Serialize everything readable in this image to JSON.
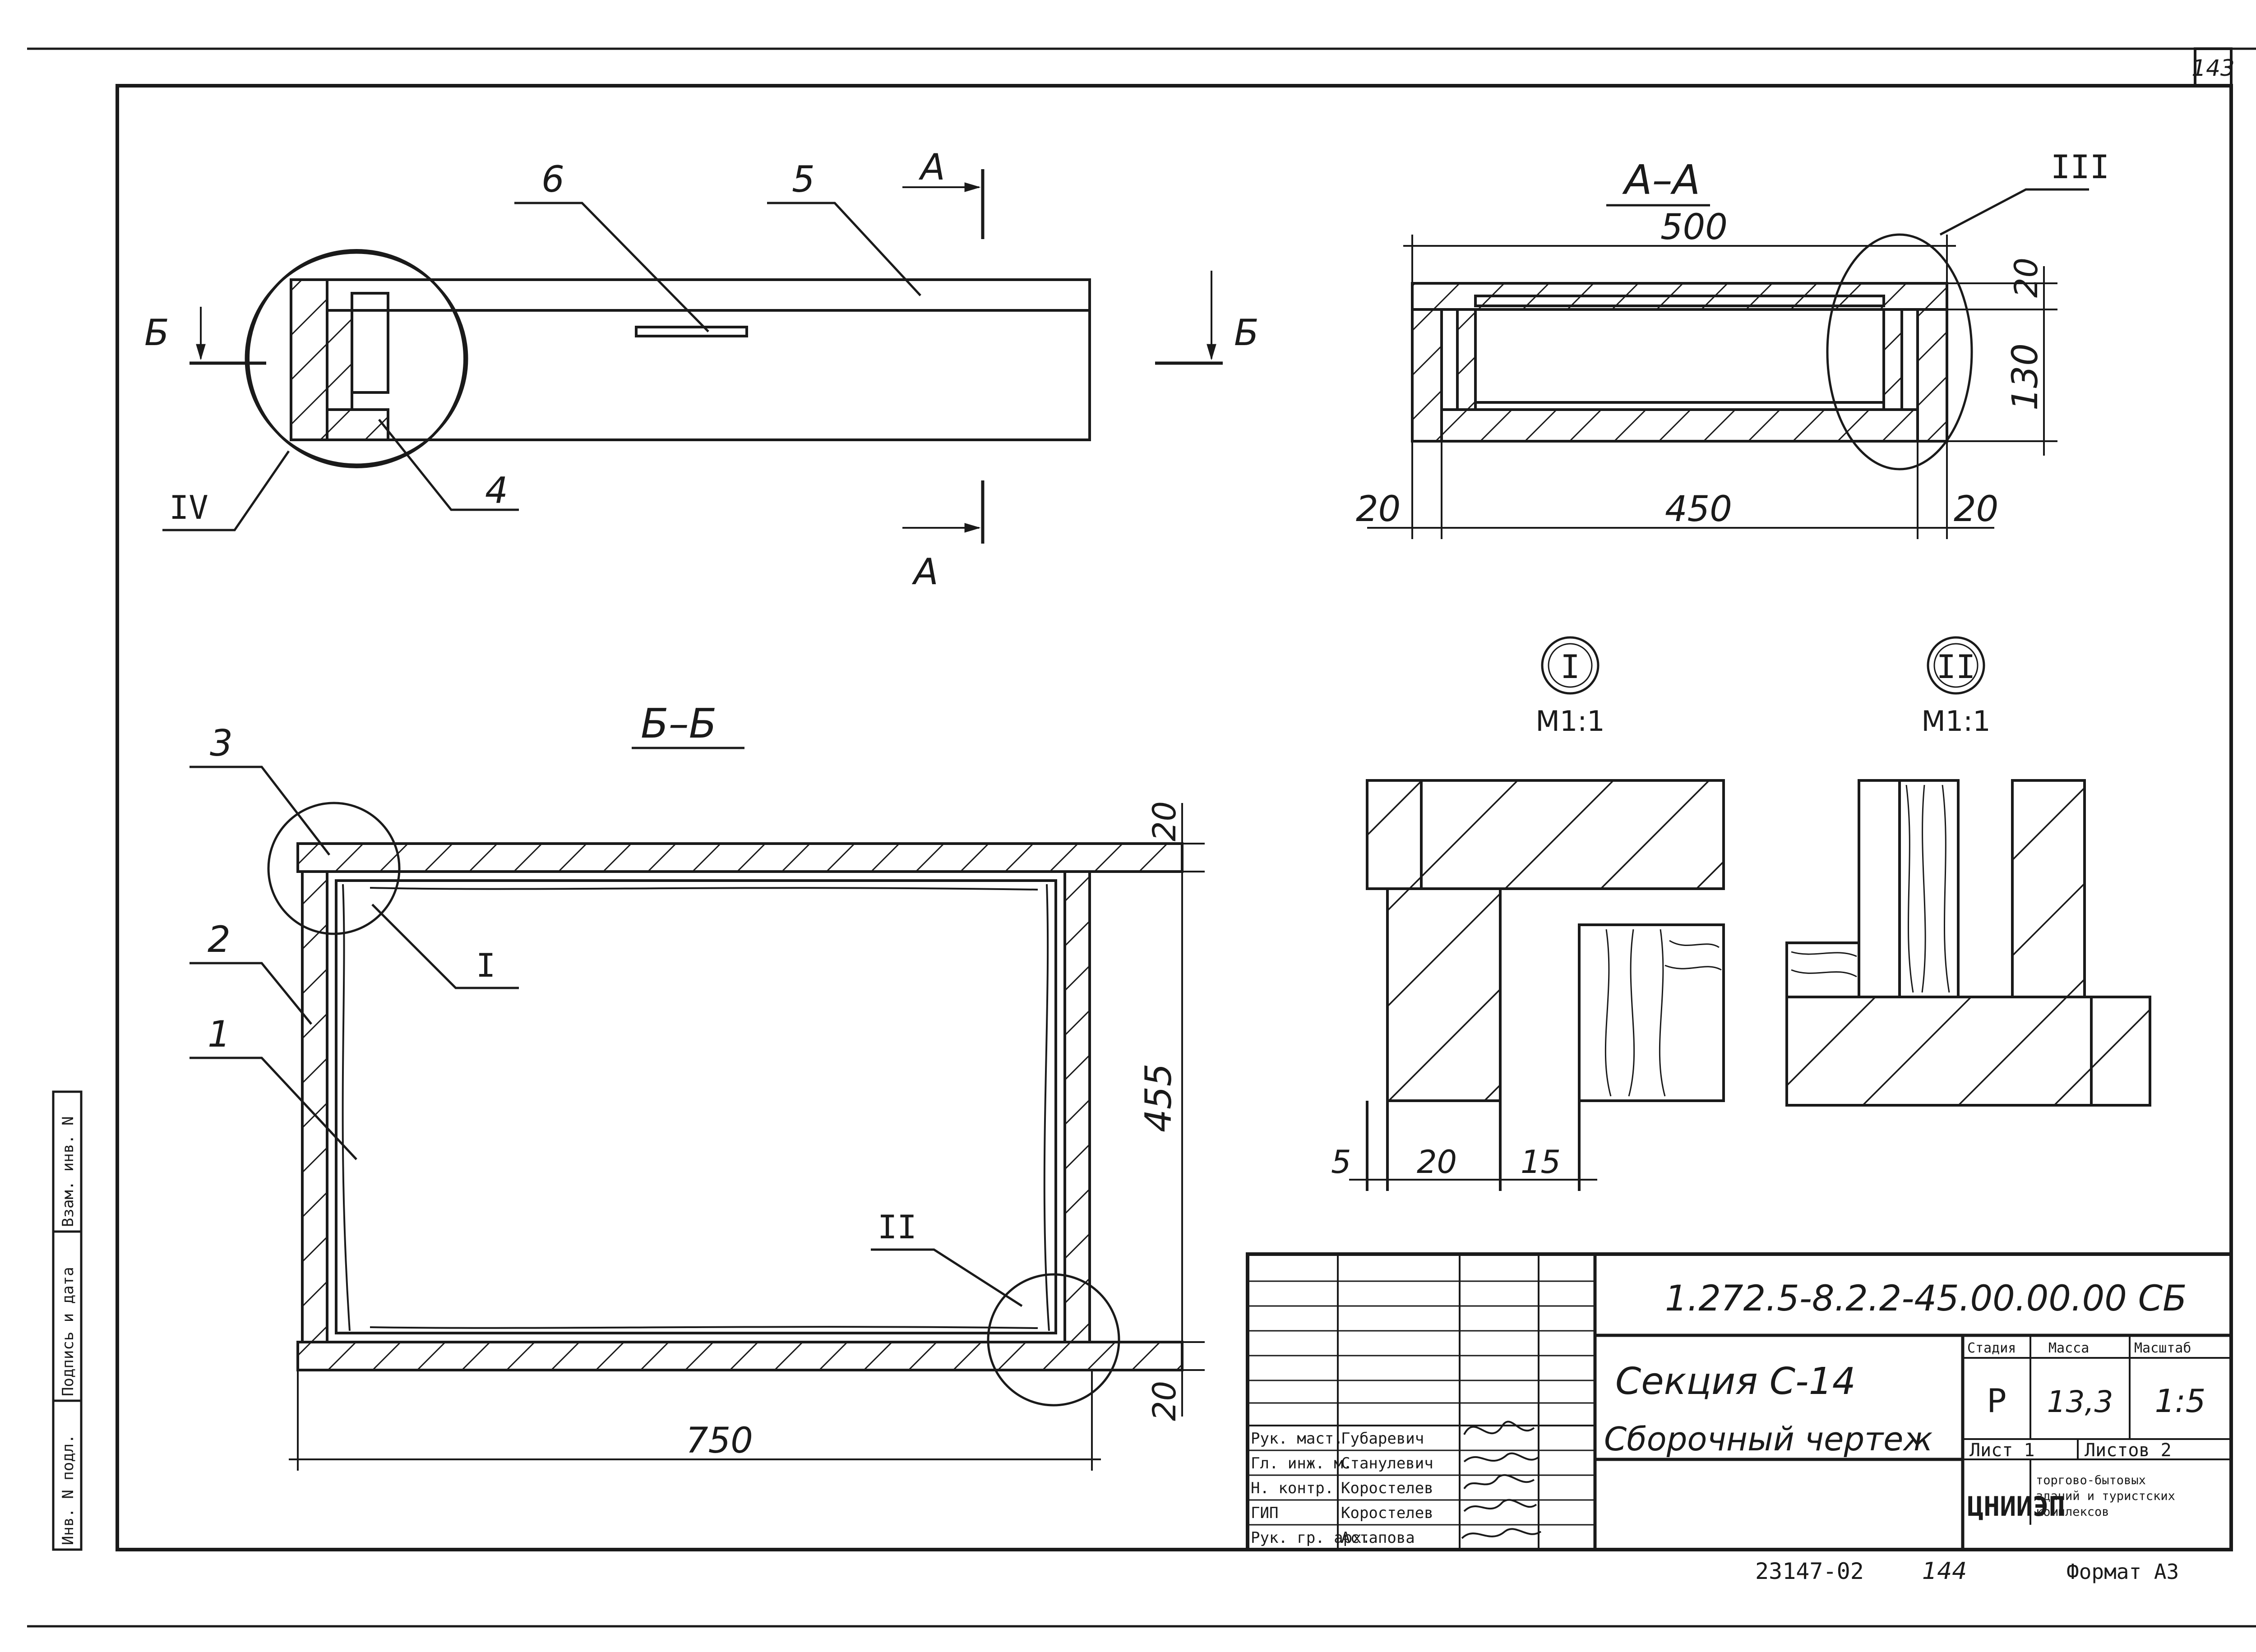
{
  "sheet_number": "143",
  "side_labels": [
    "Инв. N подл.",
    "Подпись и дата",
    "Взам. инв. N"
  ],
  "views": {
    "a_a": "А–А",
    "b_b": "Б–Б",
    "detail_1": {
      "mark": "I",
      "scale": "М1:1"
    },
    "detail_2": {
      "mark": "II",
      "scale": "М1:1"
    }
  },
  "section_marks": {
    "a": "А",
    "b": "Б"
  },
  "callouts": {
    "n1": "1",
    "n2": "2",
    "n3": "3",
    "n4": "4",
    "n5": "5",
    "n6": "6",
    "r1": "I",
    "r2": "II",
    "r3": "III",
    "r4": "IV"
  },
  "dimensions": {
    "aa_width": "500",
    "aa_inner": "450",
    "aa_left": "20",
    "aa_right": "20",
    "aa_top": "20",
    "aa_height": "130",
    "bb_width": "750",
    "bb_height": "455",
    "bb_top": "20",
    "bb_bottom": "20",
    "d1_a": "5",
    "d1_b": "20",
    "d1_c": "15"
  },
  "title_block": {
    "doc_code": "1.272.5-8.2.2-45.00.00.00 СБ",
    "name_line1": "Секция С-14",
    "name_line2": "Сборочный чертеж",
    "stage_label": "Стадия",
    "mass_label": "Масса",
    "scale_label": "Масштаб",
    "stage": "Р",
    "mass": "13,3",
    "scale": "1:5",
    "sheet_label": "Лист 1",
    "sheets_label": "Листов 2",
    "org_logo": "ЦНИИЭП",
    "org_name": [
      "торгово-бытовых",
      "зданий и туристских",
      "комплексов"
    ],
    "roles": [
      {
        "role": "Рук. маст.",
        "name": "Губаревич"
      },
      {
        "role": "Гл. инж. м.",
        "name": "Станулевич"
      },
      {
        "role": "Н. контр.",
        "name": "Коростелев"
      },
      {
        "role": "ГИП",
        "name": "Коростелев"
      },
      {
        "role": "Рук. гр. арх.",
        "name": "Астапова"
      }
    ]
  },
  "bottom": {
    "archive": "23147-02",
    "page": "144",
    "format": "Формат А3"
  }
}
